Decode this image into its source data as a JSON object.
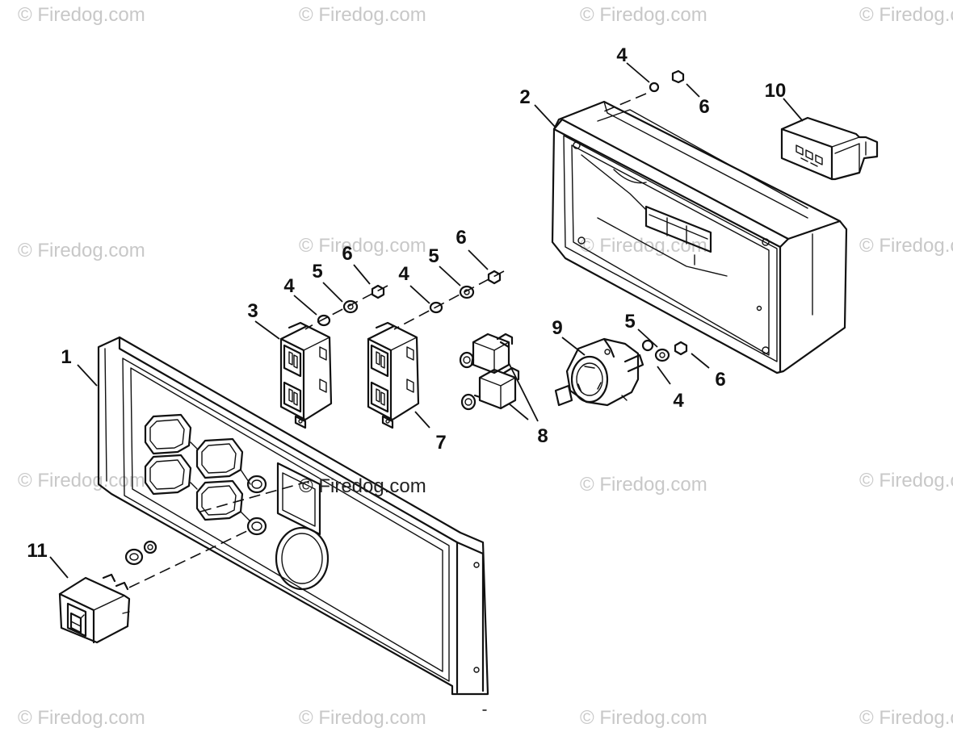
{
  "watermark": {
    "text": "© Firedog.com",
    "center_text": "© Firedog.com"
  },
  "callouts": {
    "c1": "1",
    "c2": "2",
    "c3": "3",
    "c4a": "4",
    "c4b": "4",
    "c4c": "4",
    "c4d": "4",
    "c5a": "5",
    "c5b": "5",
    "c5c": "5",
    "c6a": "6",
    "c6b": "6",
    "c6c": "6",
    "c6d": "6",
    "c7": "7",
    "c8": "8",
    "c9": "9",
    "c10": "10",
    "c11": "11"
  },
  "colors": {
    "line": "#111111",
    "watermark": "#c8c8c8",
    "background": "#ffffff"
  }
}
